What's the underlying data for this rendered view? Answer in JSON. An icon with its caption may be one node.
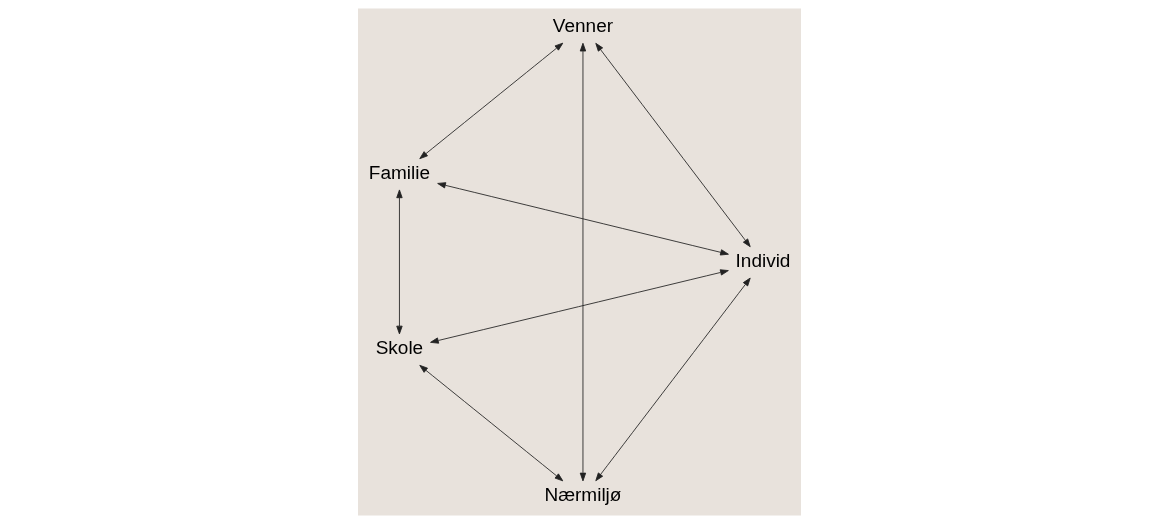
{
  "diagram": {
    "nodes": [
      {
        "text": [
          "Familie"
        ]
      },
      {
        "text": [
          "Venner"
        ]
      },
      {
        "text": [
          "Individ"
        ]
      },
      {
        "text": [
          "Skole"
        ]
      },
      {
        "text": [
          "Nærmiljø"
        ]
      }
    ],
    "edges": [
      {
        "from": 0,
        "to": 1,
        "arrow": "both"
      },
      {
        "from": 0,
        "to": 2,
        "arrow": "both"
      },
      {
        "from": 1,
        "to": 2,
        "arrow": "both"
      },
      {
        "from": 0,
        "to": 3,
        "arrow": "both"
      },
      {
        "from": 1,
        "to": 4,
        "arrow": "both"
      },
      {
        "from": 3,
        "to": 2,
        "arrow": "both"
      },
      {
        "from": 4,
        "to": 2,
        "arrow": "both"
      },
      {
        "from": 3,
        "to": 4,
        "arrow": "both"
      }
    ]
  }
}
